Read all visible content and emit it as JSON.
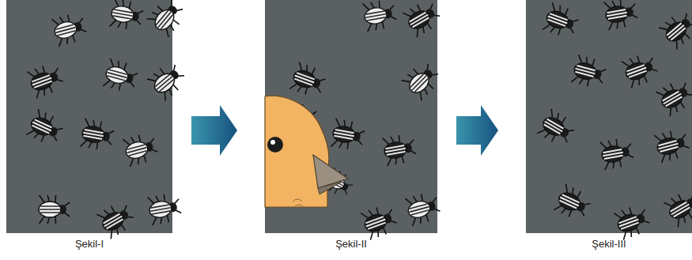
{
  "diagram": {
    "nodes": [
      {
        "text": [
          "Şekil-I"
        ]
      },
      {
        "text": [
          "Şekil-II"
        ]
      },
      {
        "text": [
          "Şekil-III"
        ]
      }
    ],
    "edges": [
      {
        "from": 0,
        "to": 1,
        "arrow": "to"
      },
      {
        "from": 1,
        "to": 2,
        "arrow": "to"
      }
    ]
  }
}
